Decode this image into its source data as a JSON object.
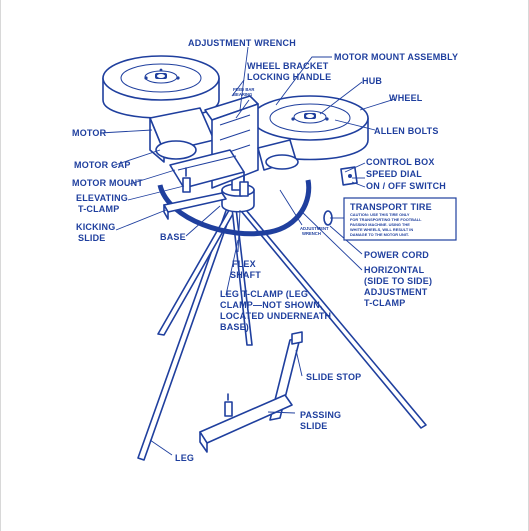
{
  "labels": {
    "adjustment_wrench": "ADJUSTMENT WRENCH",
    "motor_mount_assembly": "MOTOR MOUNT ASSEMBLY",
    "wheel_bracket_1": "WHEEL BRACKET",
    "wheel_bracket_2": "LOCKING HANDLE",
    "feed_bar_1": "FEED BAR",
    "feed_bar_2": "BEARING",
    "hub": "HUB",
    "wheel": "WHEEL",
    "motor": "MOTOR",
    "allen_bolts": "ALLEN BOLTS",
    "motor_cap": "MOTOR CAP",
    "control_box": "CONTROL BOX",
    "speed_dial": "SPEED DIAL",
    "on_off_switch": "ON / OFF SWITCH",
    "motor_mount": "MOTOR MOUNT",
    "elevating_1": "ELEVATING",
    "elevating_2": "T-CLAMP",
    "kicking_1": "KICKING",
    "kicking_2": "SLIDE",
    "base": "BASE",
    "adj_wrench_small_1": "ADJUSTMENT",
    "adj_wrench_small_2": "WRENCH",
    "power_cord": "POWER CORD",
    "horizontal_1": "HORIZONTAL",
    "horizontal_2": "(SIDE TO SIDE)",
    "horizontal_3": "ADJUSTMENT",
    "horizontal_4": "T-CLAMP",
    "flex_1": "FLEX",
    "flex_2": "SHAFT",
    "leg_clamp_1": "LEG T-CLAMP (LEG",
    "leg_clamp_2": "CLAMP—NOT SHOWN,",
    "leg_clamp_3": "LOCATED UNDERNEATH",
    "leg_clamp_4": "BASE)",
    "slide_stop": "SLIDE STOP",
    "passing_1": "PASSING",
    "passing_2": "SLIDE",
    "leg": "LEG"
  },
  "transport_tire": {
    "title": "TRANSPORT TIRE",
    "line1": "CAUTION: USE THIS TIRE ONLY",
    "line2": "FOR TRANSPORTING THE FOOTBALL",
    "line3": "PASSING MACHINE. USING THE",
    "line4": "WHITE WHEELS, WILL RESULT IN",
    "line5": "DAMAGE TO THE MOTOR UNIT."
  },
  "colors": {
    "ink": "#1f3f9e",
    "paper": "#ffffff",
    "frame": "#d8d8d8"
  }
}
